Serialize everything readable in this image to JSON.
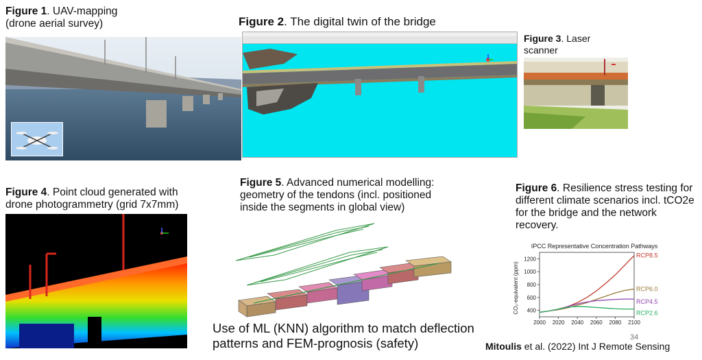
{
  "fig1": {
    "label": "Figure 1",
    "text": ". UAV-mapping (drone aerial survey)"
  },
  "fig2": {
    "label": "Figure 2",
    "text": ". The digital twin of the bridge"
  },
  "fig3": {
    "label": "Figure 3",
    "text": ". Laser scanner"
  },
  "fig4": {
    "label": "Figure 4",
    "text": ". Point cloud generated with drone photogrammetry (grid 7x7mm)"
  },
  "fig5": {
    "label": "Figure 5",
    "text": ". Advanced numerical modelling: geometry of the tendons (incl. positioned inside the segments in global view)"
  },
  "fig6": {
    "label": "Figure 6",
    "text": ". Resilience stress testing for different climate scenarios incl. tCO2e for the bridge and the network recovery."
  },
  "ml_note": "Use of ML (KNN) algorithm to match deflection patterns and FEM-prognosis (safety)",
  "citation": {
    "author": "Mitoulis",
    "rest": " et al. (2022) Int J Remote Sensing"
  },
  "page_number": "34",
  "chart_data": {
    "type": "line",
    "title": "IPCC Representative Concentration Pathways",
    "xlabel": "",
    "ylabel": "CO₂-equivalent (ppm)",
    "xlim": [
      2000,
      2100
    ],
    "ylim": [
      300,
      1300
    ],
    "x_ticks": [
      "2000",
      "2020",
      "2040",
      "2060",
      "2080",
      "2100"
    ],
    "y_ticks": [
      "400",
      "600",
      "800",
      "1000",
      "1200"
    ],
    "x": [
      2000,
      2010,
      2020,
      2030,
      2040,
      2050,
      2060,
      2070,
      2080,
      2090,
      2100
    ],
    "series": [
      {
        "name": "RCP8.5",
        "color": "#c0392b",
        "values": [
          370,
          390,
          420,
          460,
          520,
          600,
          700,
          820,
          950,
          1100,
          1250
        ]
      },
      {
        "name": "RCP6.0",
        "color": "#9b7a3d",
        "values": [
          370,
          390,
          410,
          440,
          480,
          520,
          570,
          620,
          670,
          710,
          730
        ]
      },
      {
        "name": "RCP4.5",
        "color": "#8e44ad",
        "values": [
          370,
          390,
          420,
          460,
          500,
          530,
          550,
          560,
          570,
          575,
          575
        ]
      },
      {
        "name": "RCP2.6",
        "color": "#27ae60",
        "values": [
          370,
          390,
          420,
          450,
          460,
          455,
          445,
          435,
          425,
          420,
          420
        ]
      }
    ]
  }
}
